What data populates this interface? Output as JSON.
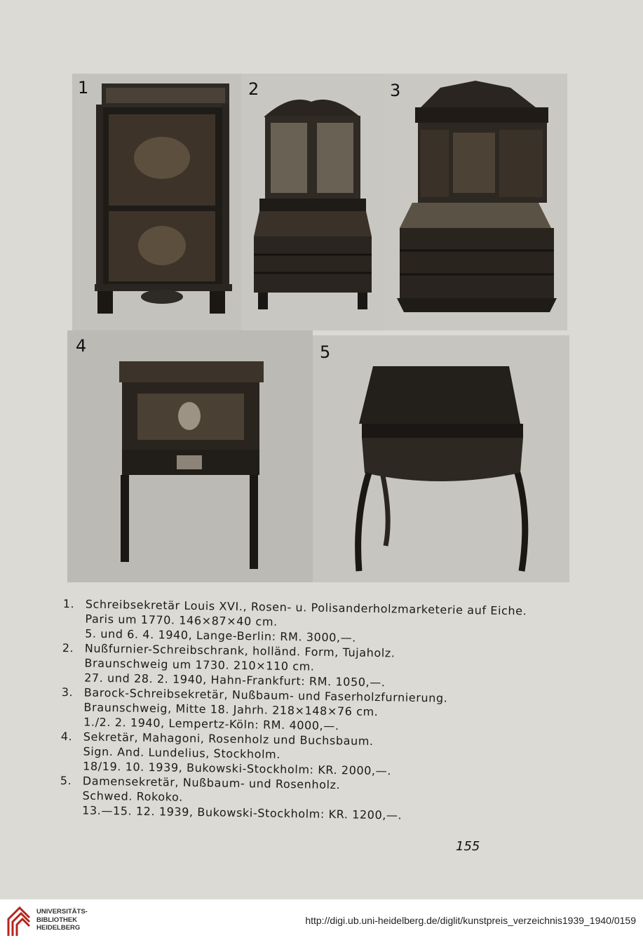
{
  "photos": [
    {
      "number": "1"
    },
    {
      "number": "2"
    },
    {
      "number": "3"
    },
    {
      "number": "4"
    },
    {
      "number": "5"
    }
  ],
  "captions": [
    {
      "num": "1.",
      "lines": [
        "Schreibsekretär Louis XVI., Rosen- u. Polisanderholzmarketerie auf Eiche.",
        "Paris um 1770. 146×87×40 cm.",
        "5. und 6. 4. 1940, Lange-Berlin: RM. 3000,—."
      ]
    },
    {
      "num": "2.",
      "lines": [
        "Nußfurnier-Schreibschrank, holländ. Form, Tujaholz.",
        "Braunschweig um 1730. 210×110 cm.",
        "27. und 28. 2. 1940, Hahn-Frankfurt: RM. 1050,—."
      ]
    },
    {
      "num": "3.",
      "lines": [
        "Barock-Schreibsekretär, Nußbaum- und Faserholzfurnierung.",
        "Braunschweig, Mitte 18. Jahrh. 218×148×76 cm.",
        "1./2. 2. 1940, Lempertz-Köln: RM. 4000,—."
      ]
    },
    {
      "num": "4.",
      "lines": [
        "Sekretär, Mahagoni, Rosenholz und Buchsbaum.",
        "Sign. And. Lundelius, Stockholm.",
        "18/19. 10. 1939, Bukowski-Stockholm: KR. 2000,—."
      ]
    },
    {
      "num": "5.",
      "lines": [
        "Damensekretär, Nußbaum- und Rosenholz.",
        "Schwed. Rokoko.",
        "13.—15. 12. 1939, Bukowski-Stockholm: KR. 1200,—."
      ]
    }
  ],
  "page_number": "155",
  "footer": {
    "library_lines": [
      "UNIVERSITÄTS-",
      "BIBLIOTHEK",
      "HEIDELBERG"
    ],
    "url": "http://digi.ub.uni-heidelberg.de/diglit/kunstpreis_verzeichnis1939_1940/0159",
    "logo_color": "#b3261e"
  }
}
